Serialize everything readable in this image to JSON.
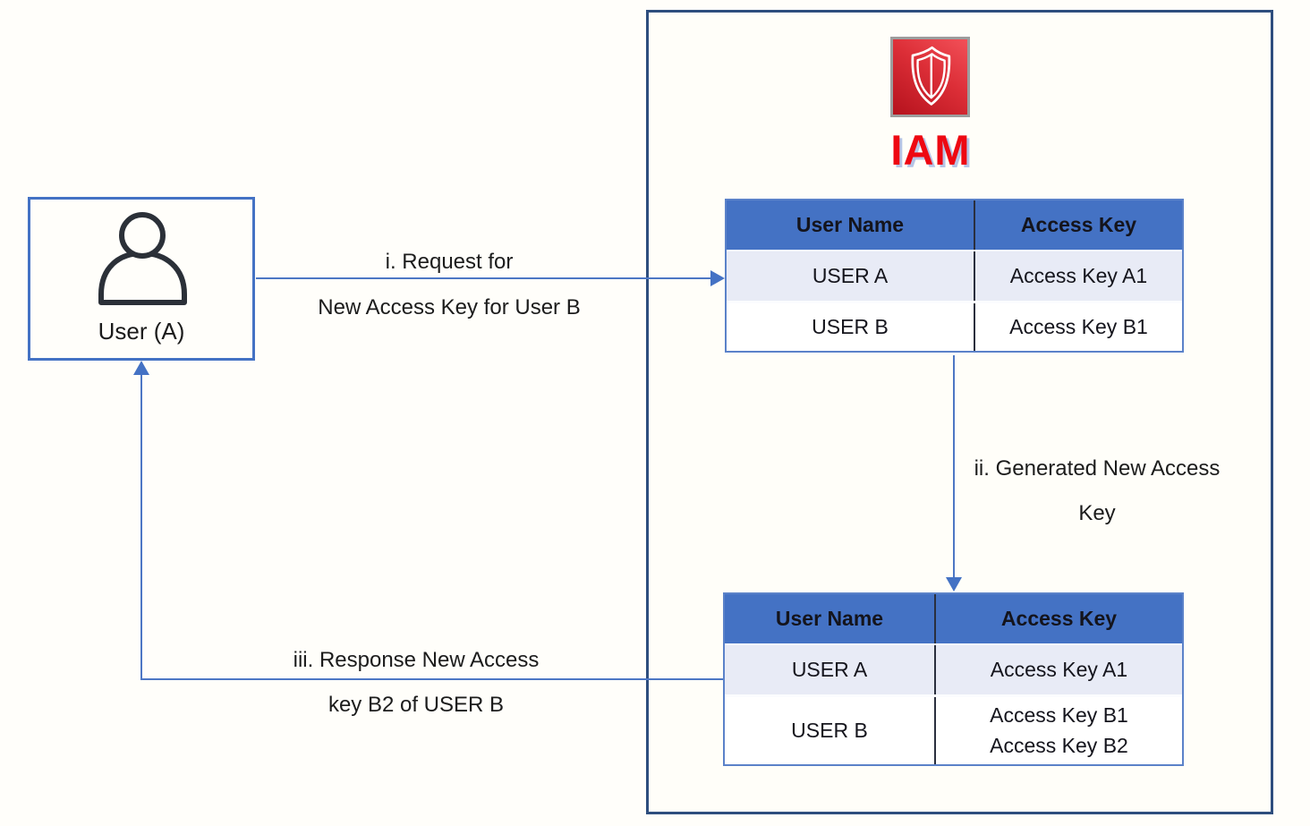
{
  "colors": {
    "accent_blue": "#4472C4",
    "container_border_navy": "#2E4E7E",
    "table_row_alt": "#E8EBF6",
    "iam_red": "#EE0812",
    "iam_text_shadow": "#B6C4E6"
  },
  "user_box": {
    "label": "User (A)"
  },
  "iam": {
    "title": "IAM"
  },
  "tables": {
    "before": {
      "headers": [
        "User Name",
        "Access Key"
      ],
      "rows": [
        {
          "user": "USER A",
          "key": "Access Key A1"
        },
        {
          "user": "USER B",
          "key": "Access Key B1"
        }
      ]
    },
    "after": {
      "headers": [
        "User Name",
        "Access Key"
      ],
      "rows": [
        {
          "user": "USER A",
          "key": "Access Key A1"
        },
        {
          "user": "USER B",
          "key": "Access Key B1\nAccess Key B2"
        }
      ]
    }
  },
  "flow": {
    "step1": {
      "line1": "i. Request for",
      "line2": "New Access Key for User B"
    },
    "step2": {
      "line1": "ii. Generated New Access",
      "line2": "Key"
    },
    "step3": {
      "line1": "iii. Response New Access",
      "line2": "key B2 of USER B"
    }
  }
}
